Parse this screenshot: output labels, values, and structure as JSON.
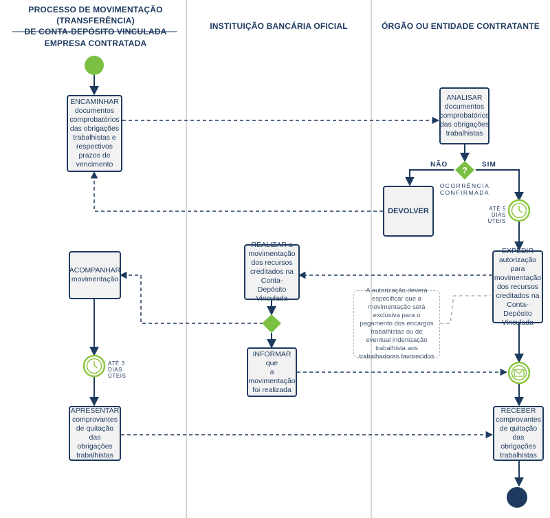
{
  "diagram": {
    "title_line1": "PROCESSO DE MOVIMENTAÇÃO (TRANSFERÊNCIA)",
    "title_line2": "DE CONTA-DEPÓSITO VINCULADA",
    "lanes": {
      "empresa": "EMPRESA CONTRATADA",
      "instituicao": "INSTITUIÇÃO BANCÁRIA OFICIAL",
      "orgao": "ÓRGÃO OU ENTIDADE CONTRATANTE"
    },
    "boxes": {
      "encaminhar": {
        "verb": "ENCAMINHAR",
        "rest": "documentos comprobatórios das obrigações trabalhistas e respectivos prazos de vencimento"
      },
      "analisar": {
        "verb": "ANALISAR",
        "rest": "documentos comprobatórios das obrigações trabalhistas"
      },
      "devolver": {
        "verb": "DEVOLVER",
        "rest": ""
      },
      "acompanhar": {
        "verb": "ACOMPANHAR",
        "rest": "movimentação"
      },
      "realizar": {
        "verb": "REALIZAR a",
        "rest": "movimentação dos recursos creditados na Conta-Depósito Vinculada"
      },
      "expedir": {
        "verb": "EXPEDIR",
        "rest": "autorização para movimentação dos recursos creditados na Conta-Depósito Vinculada"
      },
      "informar": {
        "verb": "INFORMAR que",
        "rest": "a movimentação foi realizada"
      },
      "apresentar": {
        "verb": "APRESENTAR",
        "rest": "comprovantes de quitação das obrigações trabalhistas"
      },
      "receber": {
        "verb": "RECEBER",
        "rest": "comprovantes de quitação das obrigações trabalhistas"
      }
    },
    "decision": {
      "no_label": "NÃO",
      "yes_label": "SIM",
      "caption_line1": "OCORRÊNCIA",
      "caption_line2": "CONFIRMADA"
    },
    "timers": {
      "timer1_line1": "ATÉ 5",
      "timer1_line2": "DIAS ÚTEIS",
      "timer2_line1": "ATÉ 3",
      "timer2_line2": "DIAS ÚTEIS"
    },
    "note": "A autorização deverá especificar que a movimentação será exclusiva para o pagamento dos encargos trabalhistas ou de eventual indenização trabalhista aos trabalhadores favorecidos",
    "colors": {
      "navy": "#1e3a5f",
      "start_green": "#7bc043",
      "timer_green": "#8cc63f",
      "box_fill": "#f2f2f2",
      "lane_line": "#c8c8c8"
    }
  }
}
